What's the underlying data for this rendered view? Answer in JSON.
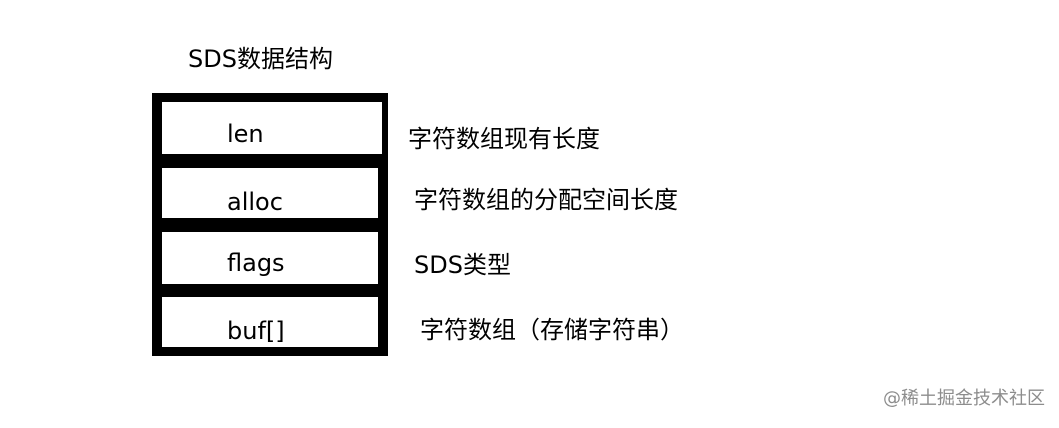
{
  "title": "SDS数据结构",
  "fields": [
    {
      "name": "len",
      "description": "字符数组现有长度"
    },
    {
      "name": "alloc",
      "description": "字符数组的分配空间长度"
    },
    {
      "name": "flags",
      "description": "SDS类型"
    },
    {
      "name": "buf[]",
      "description": "字符数组（存储字符串）"
    }
  ],
  "watermark": "@稀土掘金技术社区",
  "colors": {
    "background": "#ffffff",
    "border": "#000000",
    "text": "#000000",
    "watermark": "#8d8d8d"
  }
}
